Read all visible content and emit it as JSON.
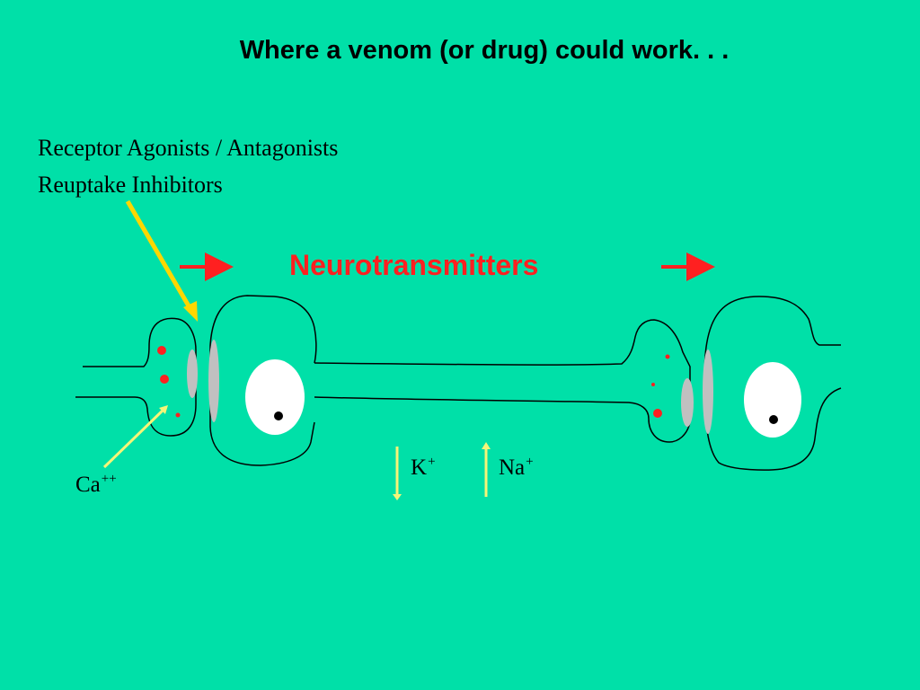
{
  "title": "Where a venom (or drug) could work. . .",
  "labels": {
    "receptor_line": "Receptor Agonists / Antagonists",
    "reuptake_line": "Reuptake Inhibitors"
  },
  "flow_label": "Neurotransmitters",
  "ions": {
    "calcium": {
      "base": "Ca",
      "charge": "++"
    },
    "potassium": {
      "base": "K",
      "charge": "+"
    },
    "sodium": {
      "base": "Na",
      "charge": "+"
    }
  },
  "colors": {
    "background": "#00E0A8",
    "neurotransmitter": "#FF2020",
    "pointer_arrow": "#FFD700",
    "ion_arrow": "#F5F578",
    "receptor": "#C0C0C0",
    "nucleus": "#FFFFFF"
  }
}
